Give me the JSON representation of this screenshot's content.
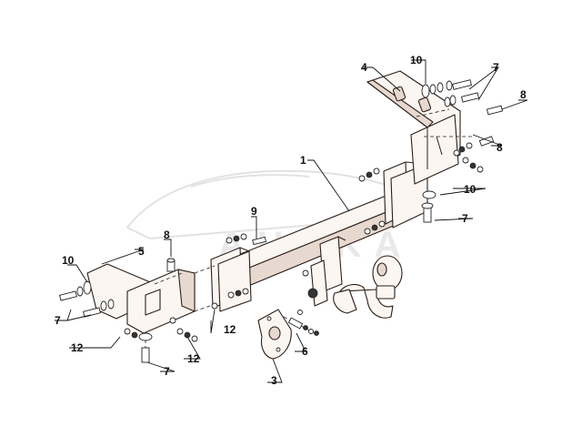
{
  "watermark": "AHAKA",
  "callouts": [
    "1",
    "4",
    "10",
    "7",
    "8",
    "8",
    "10",
    "7",
    "9",
    "8",
    "5",
    "10",
    "7",
    "12",
    "12",
    "12",
    "7",
    "3",
    "6"
  ],
  "colors": {
    "line": "#2b1f1a",
    "part_fill": "#fbf6f1",
    "part_shade": "#e7d9cf",
    "watermark": "#e9e9e9"
  }
}
